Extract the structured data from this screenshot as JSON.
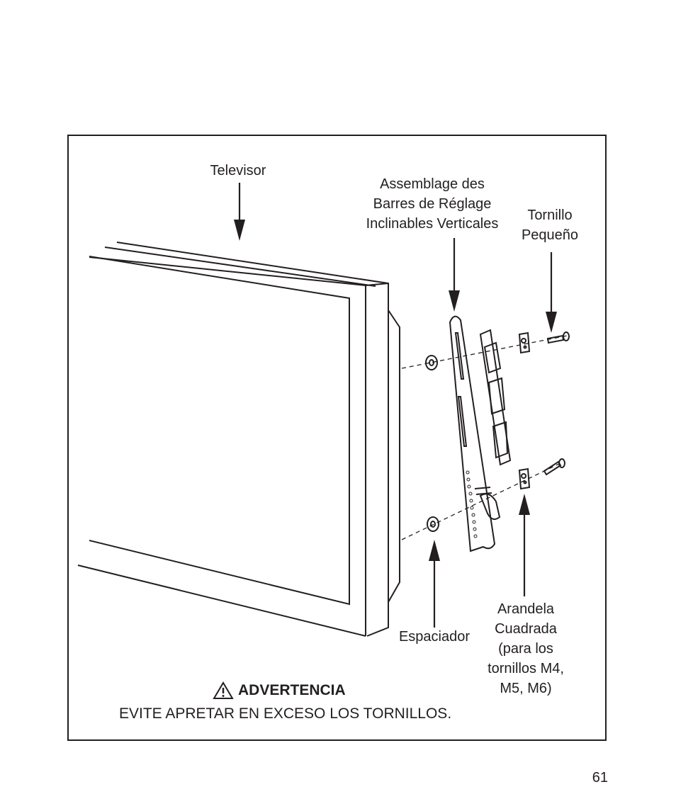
{
  "labels": {
    "tv": "Televisor",
    "bars": [
      "Assemblage des",
      "Barres de Réglage",
      "Inclinables Verticales"
    ],
    "small_screw": [
      "Tornillo",
      "Pequeño"
    ],
    "spacer": "Espaciador",
    "square_washer": [
      "Arandela",
      "Cuadrada",
      "(para los",
      "tornillos M4,",
      "M5, M6)"
    ]
  },
  "warning": {
    "title": "ADVERTENCIA",
    "text": "EVITE APRETAR EN EXCESO LOS TORNILLOS."
  },
  "page_number": "61",
  "colors": {
    "ink": "#231f20",
    "background": "#ffffff"
  },
  "icons": {
    "warning": "warning-triangle-icon"
  }
}
